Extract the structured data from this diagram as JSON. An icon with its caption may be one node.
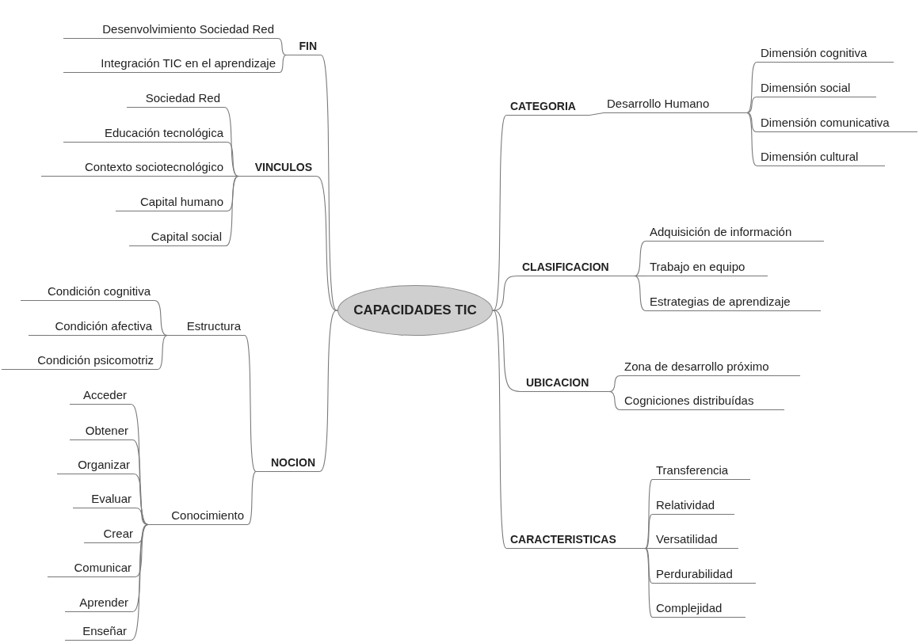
{
  "diagram": {
    "nodes": [
      {
        "text": [
          "CAPACIDADES TIC"
        ]
      },
      {
        "text": [
          "FIN"
        ]
      },
      {
        "text": [
          "Desenvolvimiento Sociedad Red"
        ]
      },
      {
        "text": [
          "Integración TIC en el aprendizaje"
        ]
      },
      {
        "text": [
          "VINCULOS"
        ]
      },
      {
        "text": [
          "Sociedad Red"
        ]
      },
      {
        "text": [
          "Educación tecnológica"
        ]
      },
      {
        "text": [
          "Contexto sociotecnológico"
        ]
      },
      {
        "text": [
          "Capital humano"
        ]
      },
      {
        "text": [
          "Capital social"
        ]
      },
      {
        "text": [
          "NOCION"
        ]
      },
      {
        "text": [
          "Estructura"
        ]
      },
      {
        "text": [
          "Condición cognitiva"
        ]
      },
      {
        "text": [
          "Condición afectiva"
        ]
      },
      {
        "text": [
          "Condición psicomotriz"
        ]
      },
      {
        "text": [
          "Conocimiento"
        ]
      },
      {
        "text": [
          "Acceder"
        ]
      },
      {
        "text": [
          "Obtener"
        ]
      },
      {
        "text": [
          "Organizar"
        ]
      },
      {
        "text": [
          "Evaluar"
        ]
      },
      {
        "text": [
          "Crear"
        ]
      },
      {
        "text": [
          "Comunicar"
        ]
      },
      {
        "text": [
          "Aprender"
        ]
      },
      {
        "text": [
          "Enseñar"
        ]
      },
      {
        "text": [
          "CATEGORIA"
        ]
      },
      {
        "text": [
          "Desarrollo Humano"
        ]
      },
      {
        "text": [
          "Dimensión cognitiva"
        ]
      },
      {
        "text": [
          "Dimensión social"
        ]
      },
      {
        "text": [
          "Dimensión comunicativa"
        ]
      },
      {
        "text": [
          "Dimensión cultural"
        ]
      },
      {
        "text": [
          "CLASIFICACION"
        ]
      },
      {
        "text": [
          "Adquisición de información"
        ]
      },
      {
        "text": [
          "Trabajo en equipo"
        ]
      },
      {
        "text": [
          "Estrategias de aprendizaje"
        ]
      },
      {
        "text": [
          "UBICACION"
        ]
      },
      {
        "text": [
          "Zona de desarrollo próximo"
        ]
      },
      {
        "text": [
          "Cogniciones distribuídas"
        ]
      },
      {
        "text": [
          "CARACTERISTICAS"
        ]
      },
      {
        "text": [
          "Transferencia"
        ]
      },
      {
        "text": [
          "Relatividad"
        ]
      },
      {
        "text": [
          "Versatilidad"
        ]
      },
      {
        "text": [
          "Perdurabilidad"
        ]
      },
      {
        "text": [
          "Complejidad"
        ]
      }
    ],
    "edges": [
      {
        "from": 0,
        "to": 1,
        "arrow": "none"
      },
      {
        "from": 1,
        "to": 2,
        "arrow": "none"
      },
      {
        "from": 1,
        "to": 3,
        "arrow": "none"
      },
      {
        "from": 0,
        "to": 4,
        "arrow": "none"
      },
      {
        "from": 4,
        "to": 5,
        "arrow": "none"
      },
      {
        "from": 4,
        "to": 6,
        "arrow": "none"
      },
      {
        "from": 4,
        "to": 7,
        "arrow": "none"
      },
      {
        "from": 4,
        "to": 8,
        "arrow": "none"
      },
      {
        "from": 4,
        "to": 9,
        "arrow": "none"
      },
      {
        "from": 0,
        "to": 10,
        "arrow": "none"
      },
      {
        "from": 10,
        "to": 11,
        "arrow": "none"
      },
      {
        "from": 11,
        "to": 12,
        "arrow": "none"
      },
      {
        "from": 11,
        "to": 13,
        "arrow": "none"
      },
      {
        "from": 11,
        "to": 14,
        "arrow": "none"
      },
      {
        "from": 10,
        "to": 15,
        "arrow": "none"
      },
      {
        "from": 15,
        "to": 16,
        "arrow": "none"
      },
      {
        "from": 15,
        "to": 17,
        "arrow": "none"
      },
      {
        "from": 15,
        "to": 18,
        "arrow": "none"
      },
      {
        "from": 15,
        "to": 19,
        "arrow": "none"
      },
      {
        "from": 15,
        "to": 20,
        "arrow": "none"
      },
      {
        "from": 15,
        "to": 21,
        "arrow": "none"
      },
      {
        "from": 15,
        "to": 22,
        "arrow": "none"
      },
      {
        "from": 15,
        "to": 23,
        "arrow": "none"
      },
      {
        "from": 0,
        "to": 24,
        "arrow": "none"
      },
      {
        "from": 24,
        "to": 25,
        "arrow": "none"
      },
      {
        "from": 25,
        "to": 26,
        "arrow": "none"
      },
      {
        "from": 25,
        "to": 27,
        "arrow": "none"
      },
      {
        "from": 25,
        "to": 28,
        "arrow": "none"
      },
      {
        "from": 25,
        "to": 29,
        "arrow": "none"
      },
      {
        "from": 0,
        "to": 30,
        "arrow": "none"
      },
      {
        "from": 30,
        "to": 31,
        "arrow": "none"
      },
      {
        "from": 30,
        "to": 32,
        "arrow": "none"
      },
      {
        "from": 30,
        "to": 33,
        "arrow": "none"
      },
      {
        "from": 0,
        "to": 34,
        "arrow": "none"
      },
      {
        "from": 34,
        "to": 35,
        "arrow": "none"
      },
      {
        "from": 34,
        "to": 36,
        "arrow": "none"
      },
      {
        "from": 0,
        "to": 37,
        "arrow": "none"
      },
      {
        "from": 37,
        "to": 38,
        "arrow": "none"
      },
      {
        "from": 37,
        "to": 39,
        "arrow": "none"
      },
      {
        "from": 37,
        "to": 40,
        "arrow": "none"
      },
      {
        "from": 37,
        "to": 41,
        "arrow": "none"
      },
      {
        "from": 37,
        "to": 42,
        "arrow": "none"
      }
    ]
  }
}
